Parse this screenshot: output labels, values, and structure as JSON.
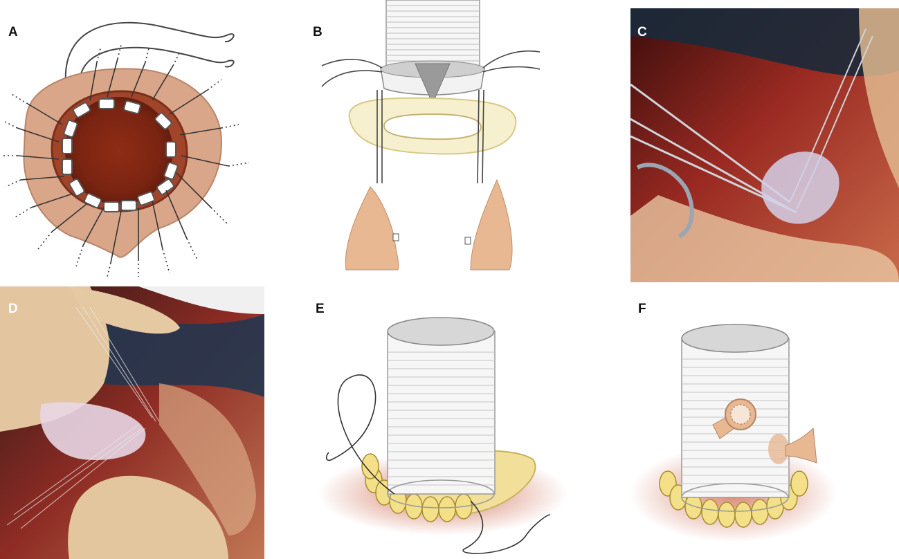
{
  "panels": {
    "a": {
      "label": "A"
    },
    "b": {
      "label": "B"
    },
    "c": {
      "label": "C"
    },
    "d": {
      "label": "D"
    },
    "e": {
      "label": "E"
    },
    "f": {
      "label": "F"
    }
  },
  "colors": {
    "annulus_tissue": "#d9a68a",
    "annulus_inner": "#8b2a12",
    "pledget": "#ffffff",
    "graft": "#f4f4f4",
    "felt_ring": "#f2df9a",
    "skin": "#e7b892",
    "photo_red": "#9a2a22"
  }
}
